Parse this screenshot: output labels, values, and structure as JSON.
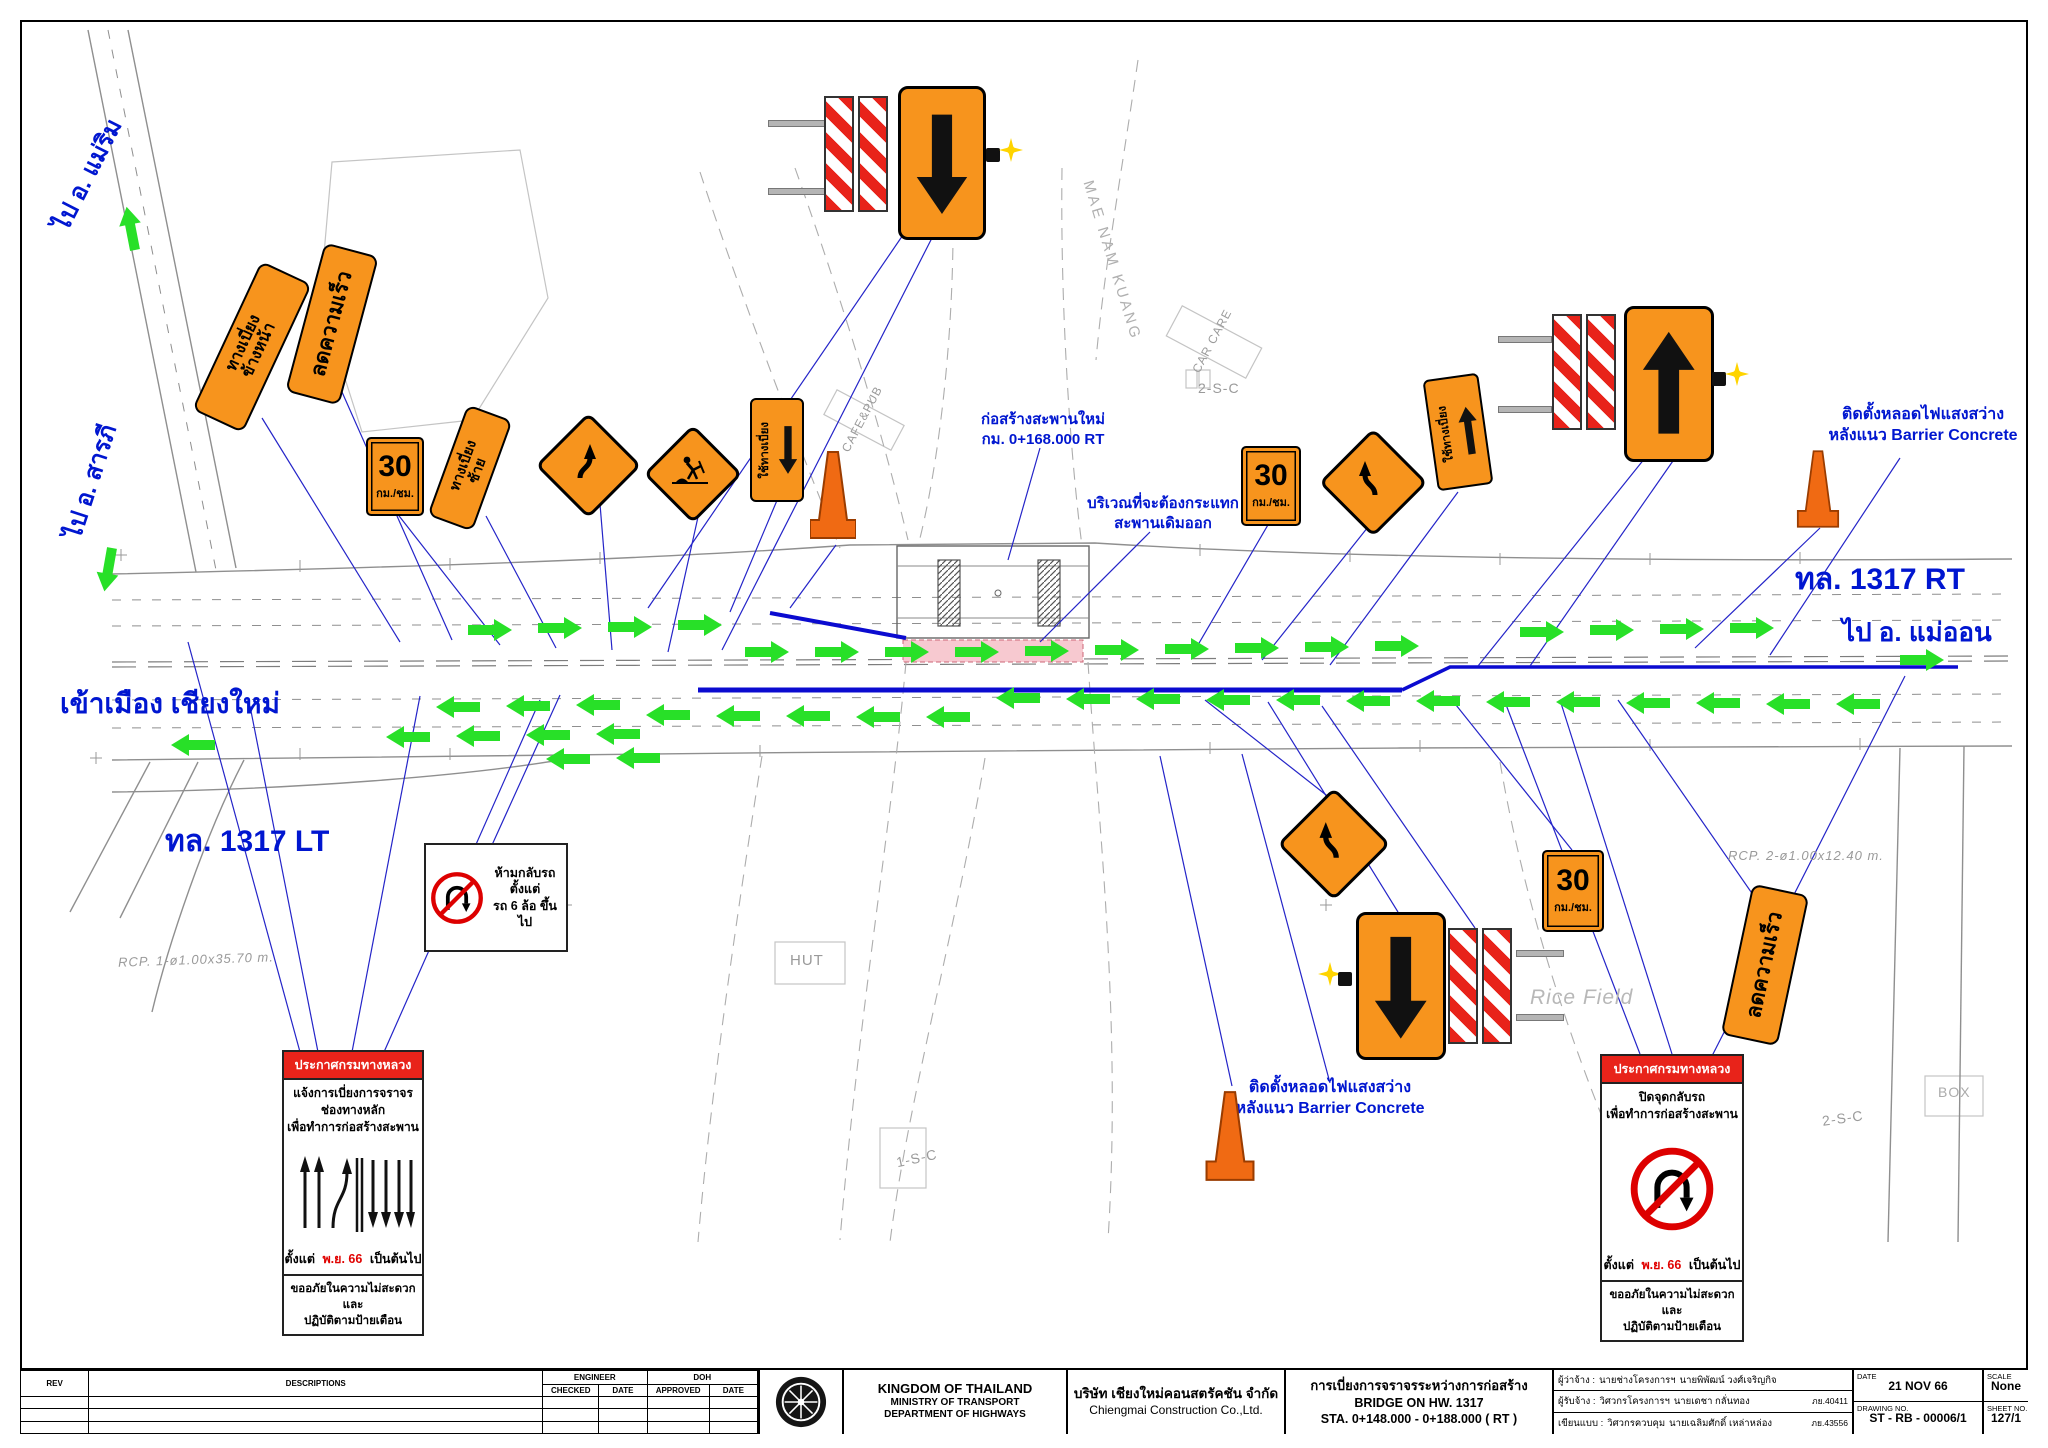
{
  "labels": {
    "to_maerim": "ไป อ. แม่ริม",
    "to_saraphi": "ไป อ. สารภี",
    "to_city": "เข้าเมือง เชียงใหม่",
    "hw_lt": "ทล. 1317 LT",
    "hw_rt": "ทล. 1317 RT",
    "to_maeon": "ไป อ. แม่ออน",
    "light_line1": "ติดตั้งหลอดไฟแสงสว่าง",
    "light_line2": "หลังแนว Barrier Concrete",
    "new_bridge_line1": "ก่อสร้างสะพานใหม่",
    "new_bridge_line2": "กม. 0+168.000 RT",
    "demolish_line1": "บริเวณที่จะต้องกระแทก",
    "demolish_line2": "สะพานเดิมออก",
    "river": "MAE NAM KUANG",
    "cafe": "CAFE&PUB",
    "car_care": "CAR CARE",
    "hut": "HUT",
    "rice_field": "Rice Field",
    "box": "BOX",
    "culvert_1sc": "1-S-C",
    "culvert_2sc_top": "2-S-C",
    "culvert_2sc_bottom": "2-S-C",
    "rcp1": "RCP. 1-ø1.00x35.70 m.",
    "rcp2": "RCP. 2-ø1.00x12.40 m."
  },
  "signs": {
    "detour_ahead_line1": "ทางเบี่ยง",
    "detour_ahead_line2": "ข้างหน้า",
    "reduce_speed": "ลดความเร็ว",
    "speed_value": "30",
    "speed_unit": "กม./ชม.",
    "detour_left_line1": "ทางเบี่ยง",
    "detour_left_line2": "ซ้าย",
    "use_detour": "ใช้ทางเบี่ยง",
    "no_uturn_line1": "ห้ามกลับรถ",
    "no_uturn_line2": "ตั้งแต่",
    "no_uturn_line3": "รถ 6 ล้อ ขึ้นไป"
  },
  "announce_left": {
    "header": "ประกาศกรมทางหลวง",
    "b1": "แจ้งการเบี่ยงการจราจร",
    "b2": "ช่องทางหลัก",
    "b3": "เพื่อทำการก่อสร้างสะพาน",
    "since_pre": "ตั้งแต่",
    "since_date": "พ.ย. 66",
    "since_post": "เป็นต้นไป",
    "f1": "ขออภัยในความไม่สะดวก",
    "f2": "และ",
    "f3": "ปฏิบัติตามป้ายเตือน"
  },
  "announce_right": {
    "header": "ประกาศกรมทางหลวง",
    "b1": "ปิดจุดกลับรถ",
    "b2": "เพื่อทำการก่อสร้างสะพาน",
    "since_pre": "ตั้งแต่",
    "since_date": "พ.ย. 66",
    "since_post": "เป็นต้นไป",
    "f1": "ขออภัยในความไม่สะดวก",
    "f2": "และ",
    "f3": "ปฏิบัติตามป้ายเตือน"
  },
  "titleblock": {
    "rev": "REV",
    "descriptions": "DESCRIPTIONS",
    "engineer": "ENGINEER",
    "doh": "DOH",
    "checked": "CHECKED",
    "date_col": "DATE",
    "approved": "APPROVED",
    "date_col2": "DATE",
    "kingdom": "KINGDOM OF THAILAND",
    "ministry": "MINISTRY OF TRANSPORT",
    "department": "DEPARTMENT OF HIGHWAYS",
    "company_th": "บริษัท เชียงใหม่คอนสตรัคชัน จำกัด",
    "company_en": "Chiengmai  Construction  Co.,Ltd.",
    "title_th": "การเบี่ยงการจราจรระหว่างการก่อสร้าง",
    "title_en": "BRIDGE ON HW. 1317",
    "sta": "STA. 0+148.000 - 0+188.000 ( RT )",
    "p1_label": "ผู้ว่าจ้าง :",
    "p1_role": "นายช่างโครงการฯ",
    "p1_name": "นายพิพัฒน์  วงศ์เจริญกิจ",
    "p1_no": "",
    "p2_label": "ผู้รับจ้าง :",
    "p2_role": "วิศวกรโครงการฯ",
    "p2_name": "นายเดชา  กลั่นทอง",
    "p2_no": "ภย.40411",
    "p3_label": "เขียนแบบ :",
    "p3_role": "วิศวกรควบคุม",
    "p3_name": "นายเฉลิมศักดิ์  เหล่าหล่อง",
    "p3_no": "ภย.43556",
    "date_label": "DATE",
    "date_value": "21 NOV 66",
    "scale_label": "SCALE",
    "scale_value": "None",
    "drawing_label": "DRAWING NO.",
    "drawing_value": "ST - RB - 00006/1",
    "sheet_label": "SHEET NO.",
    "sheet_value": "127/1"
  }
}
